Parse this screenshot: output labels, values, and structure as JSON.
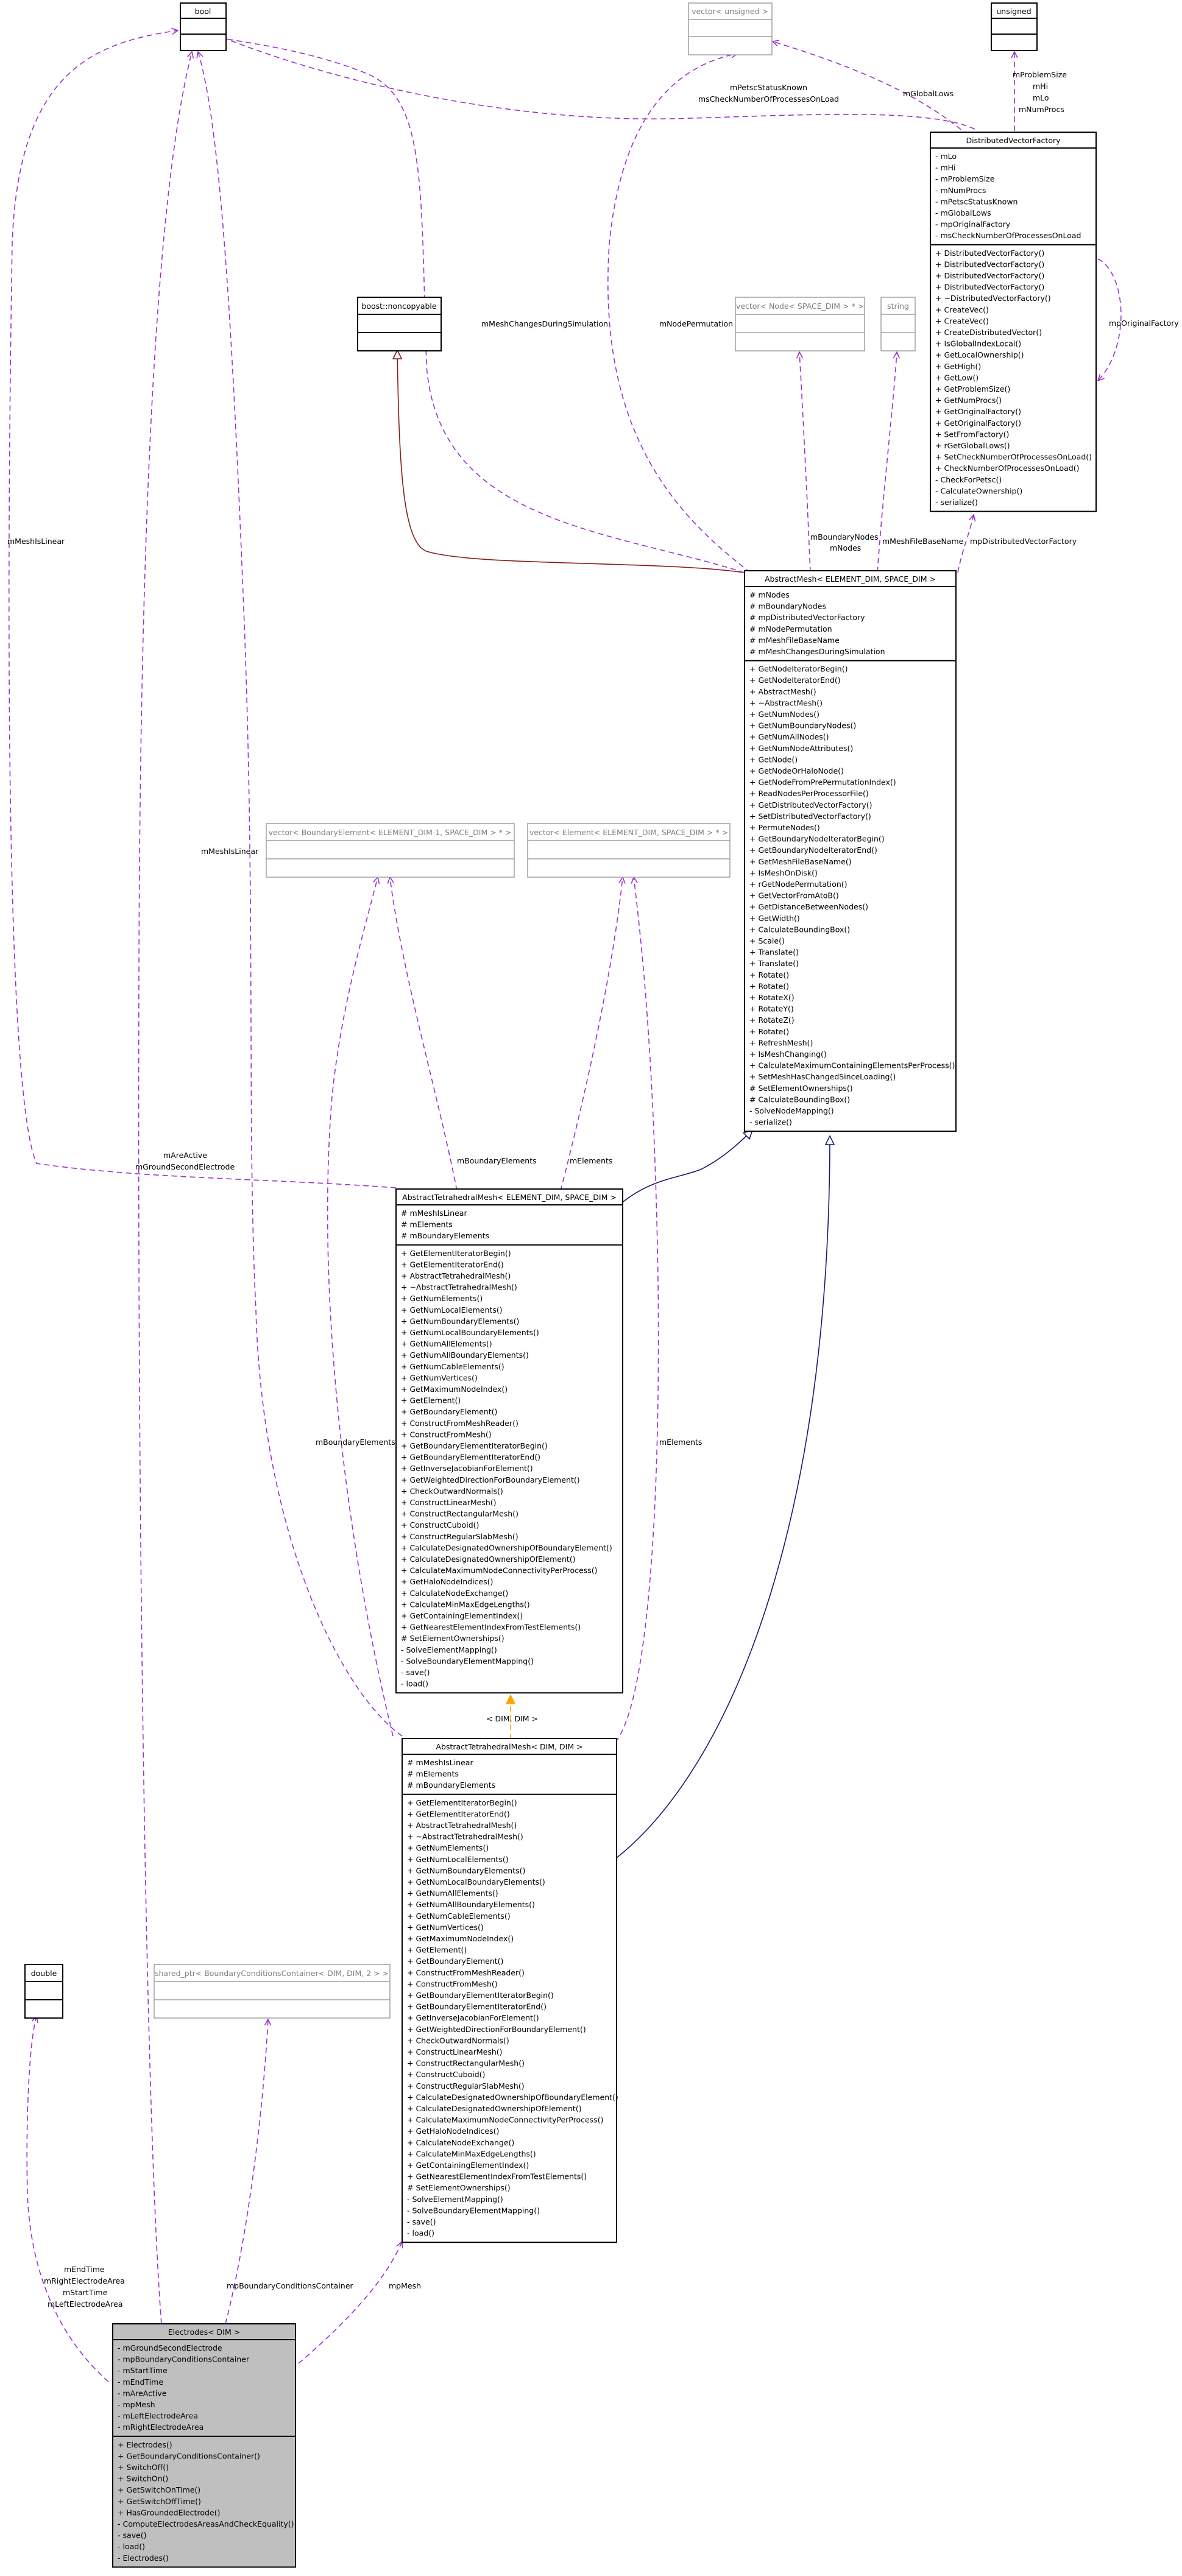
{
  "colors": {
    "dependency_edge": "#9a32cd",
    "inheritance_edge": "#191970",
    "private_inheritance_edge": "#8b1a1a",
    "template_edge": "#ffa500",
    "focus_class_fill": "#bfbfbf",
    "external_class_text": "#808080"
  },
  "classes": {
    "bool": {
      "name": "bool"
    },
    "vector_unsigned": {
      "name": "vector< unsigned >"
    },
    "unsigned": {
      "name": "unsigned"
    },
    "distributed_vector_factory": {
      "name": "DistributedVectorFactory",
      "attributes": [
        "- mLo",
        "- mHi",
        "- mProblemSize",
        "- mNumProcs",
        "- mPetscStatusKnown",
        "- mGlobalLows",
        "- mpOriginalFactory",
        "- msCheckNumberOfProcessesOnLoad"
      ],
      "methods": [
        "+ DistributedVectorFactory()",
        "+ DistributedVectorFactory()",
        "+ DistributedVectorFactory()",
        "+ DistributedVectorFactory()",
        "+ ~DistributedVectorFactory()",
        "+ CreateVec()",
        "+ CreateVec()",
        "+ CreateDistributedVector()",
        "+ IsGlobalIndexLocal()",
        "+ GetLocalOwnership()",
        "+ GetHigh()",
        "+ GetLow()",
        "+ GetProblemSize()",
        "+ GetNumProcs()",
        "+ GetOriginalFactory()",
        "+ GetOriginalFactory()",
        "+ SetFromFactory()",
        "+ rGetGlobalLows()",
        "+ SetCheckNumberOfProcessesOnLoad()",
        "+ CheckNumberOfProcessesOnLoad()",
        "- CheckForPetsc()",
        "- CalculateOwnership()",
        "- serialize()"
      ]
    },
    "boost_noncopyable": {
      "name": "boost::noncopyable"
    },
    "vector_node": {
      "name": "vector< Node< SPACE_DIM > * >"
    },
    "string": {
      "name": "string"
    },
    "abstract_mesh": {
      "name": "AbstractMesh< ELEMENT_DIM, SPACE_DIM >",
      "attributes": [
        "# mNodes",
        "# mBoundaryNodes",
        "# mpDistributedVectorFactory",
        "# mNodePermutation",
        "# mMeshFileBaseName",
        "# mMeshChangesDuringSimulation"
      ],
      "methods": [
        "+ GetNodeIteratorBegin()",
        "+ GetNodeIteratorEnd()",
        "+ AbstractMesh()",
        "+ ~AbstractMesh()",
        "+ GetNumNodes()",
        "+ GetNumBoundaryNodes()",
        "+ GetNumAllNodes()",
        "+ GetNumNodeAttributes()",
        "+ GetNode()",
        "+ GetNodeOrHaloNode()",
        "+ GetNodeFromPrePermutationIndex()",
        "+ ReadNodesPerProcessorFile()",
        "+ GetDistributedVectorFactory()",
        "+ SetDistributedVectorFactory()",
        "+ PermuteNodes()",
        "+ GetBoundaryNodeIteratorBegin()",
        "+ GetBoundaryNodeIteratorEnd()",
        "+ GetMeshFileBaseName()",
        "+ IsMeshOnDisk()",
        "+ rGetNodePermutation()",
        "+ GetVectorFromAtoB()",
        "+ GetDistanceBetweenNodes()",
        "+ GetWidth()",
        "+ CalculateBoundingBox()",
        "+ Scale()",
        "+ Translate()",
        "+ Translate()",
        "+ Rotate()",
        "+ Rotate()",
        "+ RotateX()",
        "+ RotateY()",
        "+ RotateZ()",
        "+ Rotate()",
        "+ RefreshMesh()",
        "+ IsMeshChanging()",
        "+ CalculateMaximumContainingElementsPerProcess()",
        "+ SetMeshHasChangedSinceLoading()",
        "# SetElementOwnerships()",
        "# CalculateBoundingBox()",
        "- SolveNodeMapping()",
        "- serialize()"
      ]
    },
    "vector_boundary_element": {
      "name": "vector< BoundaryElement< ELEMENT_DIM-1, SPACE_DIM > * >"
    },
    "vector_element": {
      "name": "vector< Element< ELEMENT_DIM, SPACE_DIM > * >"
    },
    "abstract_tetrahedral_mesh_tmpl": {
      "name": "AbstractTetrahedralMesh< ELEMENT_DIM, SPACE_DIM >",
      "attributes": [
        "# mMeshIsLinear",
        "# mElements",
        "# mBoundaryElements"
      ],
      "methods": [
        "+ GetElementIteratorBegin()",
        "+ GetElementIteratorEnd()",
        "+ AbstractTetrahedralMesh()",
        "+ ~AbstractTetrahedralMesh()",
        "+ GetNumElements()",
        "+ GetNumLocalElements()",
        "+ GetNumBoundaryElements()",
        "+ GetNumLocalBoundaryElements()",
        "+ GetNumAllElements()",
        "+ GetNumAllBoundaryElements()",
        "+ GetNumCableElements()",
        "+ GetNumVertices()",
        "+ GetMaximumNodeIndex()",
        "+ GetElement()",
        "+ GetBoundaryElement()",
        "+ ConstructFromMeshReader()",
        "+ ConstructFromMesh()",
        "+ GetBoundaryElementIteratorBegin()",
        "+ GetBoundaryElementIteratorEnd()",
        "+ GetInverseJacobianForElement()",
        "+ GetWeightedDirectionForBoundaryElement()",
        "+ CheckOutwardNormals()",
        "+ ConstructLinearMesh()",
        "+ ConstructRectangularMesh()",
        "+ ConstructCuboid()",
        "+ ConstructRegularSlabMesh()",
        "+ CalculateDesignatedOwnershipOfBoundaryElement()",
        "+ CalculateDesignatedOwnershipOfElement()",
        "+ CalculateMaximumNodeConnectivityPerProcess()",
        "+ GetHaloNodeIndices()",
        "+ CalculateNodeExchange()",
        "+ CalculateMinMaxEdgeLengths()",
        "+ GetContainingElementIndex()",
        "+ GetNearestElementIndexFromTestElements()",
        "# SetElementOwnerships()",
        "- SolveElementMapping()",
        "- SolveBoundaryElementMapping()",
        "- save()",
        "- load()"
      ]
    },
    "abstract_tetrahedral_mesh_dim": {
      "name": "AbstractTetrahedralMesh< DIM, DIM >",
      "attributes": [
        "# mMeshIsLinear",
        "# mElements",
        "# mBoundaryElements"
      ],
      "methods": [
        "+ GetElementIteratorBegin()",
        "+ GetElementIteratorEnd()",
        "+ AbstractTetrahedralMesh()",
        "+ ~AbstractTetrahedralMesh()",
        "+ GetNumElements()",
        "+ GetNumLocalElements()",
        "+ GetNumBoundaryElements()",
        "+ GetNumLocalBoundaryElements()",
        "+ GetNumAllElements()",
        "+ GetNumAllBoundaryElements()",
        "+ GetNumCableElements()",
        "+ GetNumVertices()",
        "+ GetMaximumNodeIndex()",
        "+ GetElement()",
        "+ GetBoundaryElement()",
        "+ ConstructFromMeshReader()",
        "+ ConstructFromMesh()",
        "+ GetBoundaryElementIteratorBegin()",
        "+ GetBoundaryElementIteratorEnd()",
        "+ GetInverseJacobianForElement()",
        "+ GetWeightedDirectionForBoundaryElement()",
        "+ CheckOutwardNormals()",
        "+ ConstructLinearMesh()",
        "+ ConstructRectangularMesh()",
        "+ ConstructCuboid()",
        "+ ConstructRegularSlabMesh()",
        "+ CalculateDesignatedOwnershipOfBoundaryElement()",
        "+ CalculateDesignatedOwnershipOfElement()",
        "+ CalculateMaximumNodeConnectivityPerProcess()",
        "+ GetHaloNodeIndices()",
        "+ CalculateNodeExchange()",
        "+ CalculateMinMaxEdgeLengths()",
        "+ GetContainingElementIndex()",
        "+ GetNearestElementIndexFromTestElements()",
        "# SetElementOwnerships()",
        "- SolveElementMapping()",
        "- SolveBoundaryElementMapping()",
        "- save()",
        "- load()"
      ]
    },
    "double": {
      "name": "double"
    },
    "shared_ptr_bcc": {
      "name": "shared_ptr< BoundaryConditionsContainer< DIM, DIM, 2 > >"
    },
    "electrodes": {
      "name": "Electrodes< DIM >",
      "attributes": [
        "- mGroundSecondElectrode",
        "- mpBoundaryConditionsContainer",
        "- mStartTime",
        "- mEndTime",
        "- mAreActive",
        "- mpMesh",
        "- mLeftElectrodeArea",
        "- mRightElectrodeArea"
      ],
      "methods": [
        "+ Electrodes()",
        "+ GetBoundaryConditionsContainer()",
        "+ SwitchOff()",
        "+ SwitchOn()",
        "+ GetSwitchOnTime()",
        "+ GetSwitchOffTime()",
        "+ HasGroundedElectrode()",
        "- ComputeElectrodesAreasAndCheckEquality()",
        "- save()",
        "- load()",
        "- Electrodes()"
      ]
    }
  },
  "edge_labels": {
    "petsc_status": "mPetscStatusKnown",
    "check_procs": "msCheckNumberOfProcessesOnLoad",
    "global_lows": "mGlobalLows",
    "problem_size": "mProblemSize",
    "hi": "mHi",
    "lo": "mLo",
    "num_procs": "mNumProcs",
    "original_factory": "mpOriginalFactory",
    "mesh_changes": "mMeshChangesDuringSimulation",
    "node_permutation": "mNodePermutation",
    "boundary_nodes": "mBoundaryNodes",
    "nodes": "mNodes",
    "mesh_file_base_name": "mMeshFileBaseName",
    "distributed_vector_factory": "mpDistributedVectorFactory",
    "mesh_is_linear_left": "mMeshIsLinear",
    "mesh_is_linear": "mMeshIsLinear",
    "are_active": "mAreActive",
    "ground_second_electrode": "mGroundSecondElectrode",
    "boundary_elements_top": "mBoundaryElements",
    "elements_top": "mElements",
    "boundary_elements_mid": "mBoundaryElements",
    "elements_mid": "mElements",
    "template_args": "< DIM, DIM >",
    "end_time": "mEndTime",
    "right_area": "mRightElectrodeArea",
    "start_time": "mStartTime",
    "left_area": "mLeftElectrodeArea",
    "bcc": "mpBoundaryConditionsContainer",
    "mesh": "mpMesh"
  }
}
